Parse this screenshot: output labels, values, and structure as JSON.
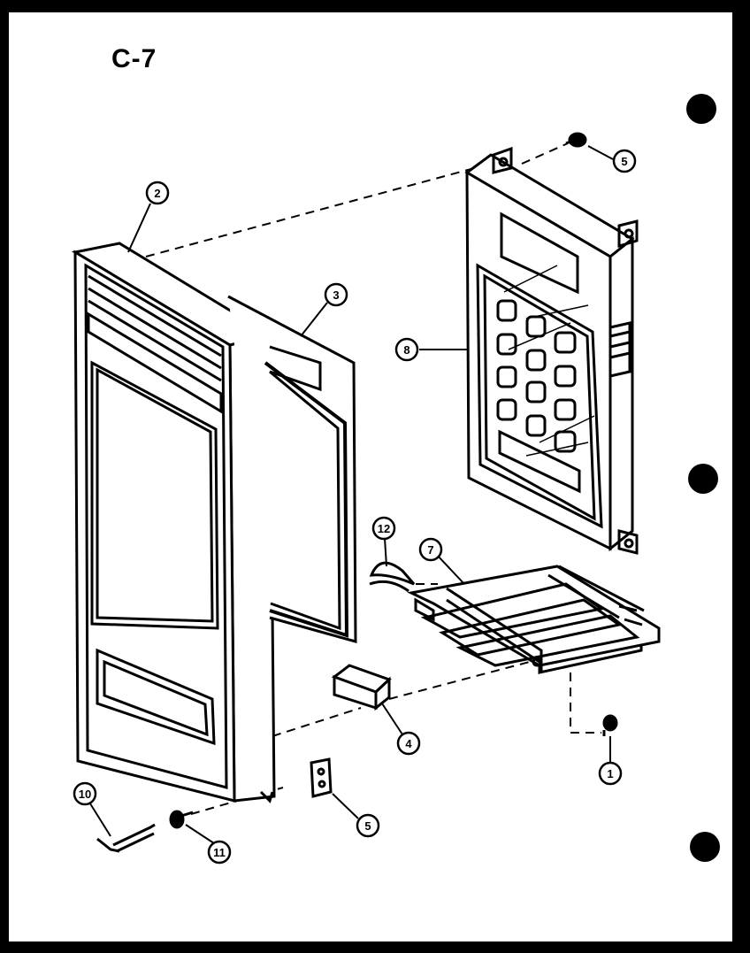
{
  "page": {
    "title": "C-7"
  },
  "callouts": [
    {
      "id": "2",
      "label": "2"
    },
    {
      "id": "3",
      "label": "3"
    },
    {
      "id": "5a",
      "label": "5"
    },
    {
      "id": "8",
      "label": "8"
    },
    {
      "id": "12",
      "label": "12"
    },
    {
      "id": "7",
      "label": "7"
    },
    {
      "id": "4",
      "label": "4"
    },
    {
      "id": "1",
      "label": "1"
    },
    {
      "id": "5b",
      "label": "5"
    },
    {
      "id": "10",
      "label": "10"
    },
    {
      "id": "11",
      "label": "11"
    }
  ]
}
